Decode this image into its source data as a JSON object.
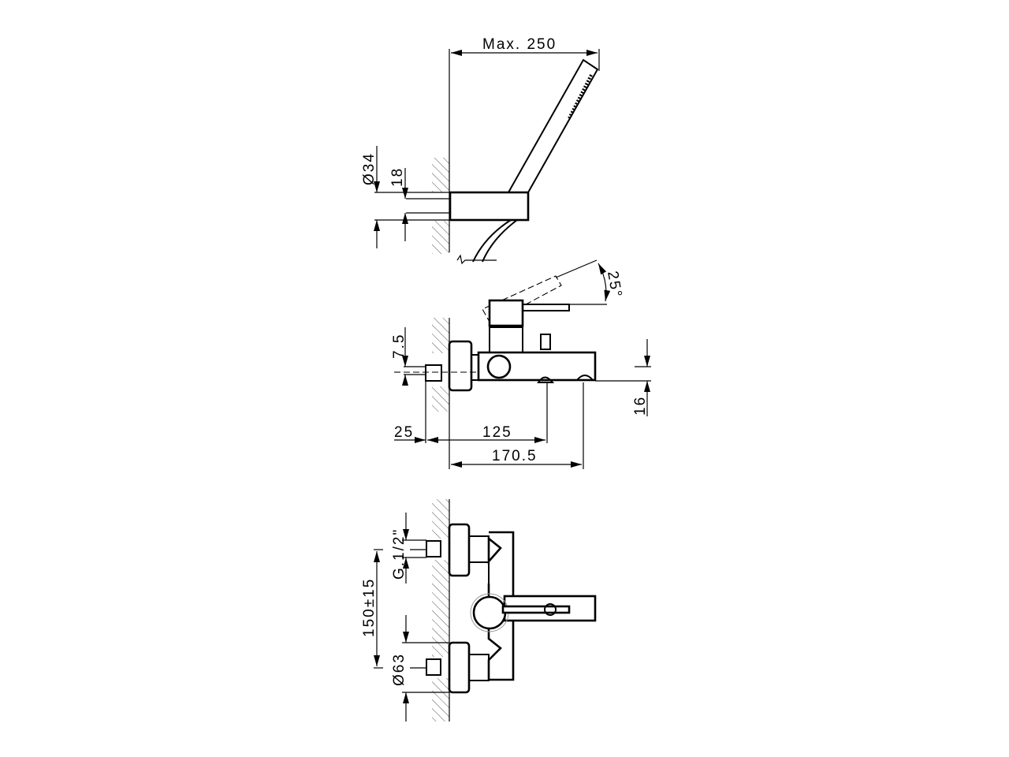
{
  "drawing": {
    "top_view": {
      "max_reach": "Max. 250",
      "diameter": "Ø34",
      "pipe": "18"
    },
    "side_view": {
      "angle": "25°",
      "offset": "7.5",
      "outlet_height": "16",
      "nut": "25",
      "outlet_dist": "125",
      "spout_length": "170.5"
    },
    "front_view": {
      "thread": "G.1/2\"",
      "centres": "150±15",
      "rosette": "Ø63"
    },
    "colors": {
      "line": "#000000",
      "hatch": "#555555",
      "background": "#ffffff"
    }
  }
}
